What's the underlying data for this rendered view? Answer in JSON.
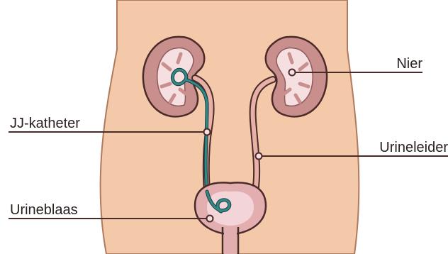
{
  "labels": {
    "kidney": "Nier",
    "ureter": "Urineleider",
    "jj_catheter": "JJ-katheter",
    "bladder": "Urineblaas"
  },
  "colors": {
    "skin": "#f3c9aa",
    "skin_outline": "#b07a5e",
    "kidney_outer": "#c98f8d",
    "kidney_inner": "#f6dfe0",
    "kidney_outline": "#4b2a2a",
    "ureter": "#e8b1a6",
    "catheter": "#2f8a8a",
    "bladder": "#e3aeb0",
    "bladder_inner": "#f3d4d8",
    "leader_line": "#4b2a2a"
  },
  "icons": [
    "anatomy-body",
    "kidney-left",
    "kidney-right",
    "ureter",
    "jj-stent",
    "bladder"
  ]
}
